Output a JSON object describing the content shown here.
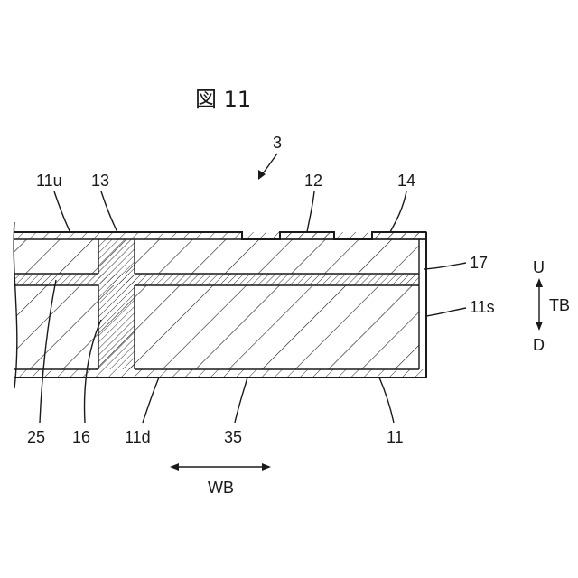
{
  "figure": {
    "title": "図 11",
    "assembly_ref": "3"
  },
  "labels": {
    "l_11u": "11u",
    "l_13": "13",
    "l_12": "12",
    "l_14": "14",
    "l_17": "17",
    "l_11s": "11s",
    "l_25": "25",
    "l_16": "16",
    "l_11d": "11d",
    "l_35": "35",
    "l_11": "11"
  },
  "directions": {
    "up": "U",
    "down": "D",
    "thickness": "TB",
    "width": "WB"
  }
}
